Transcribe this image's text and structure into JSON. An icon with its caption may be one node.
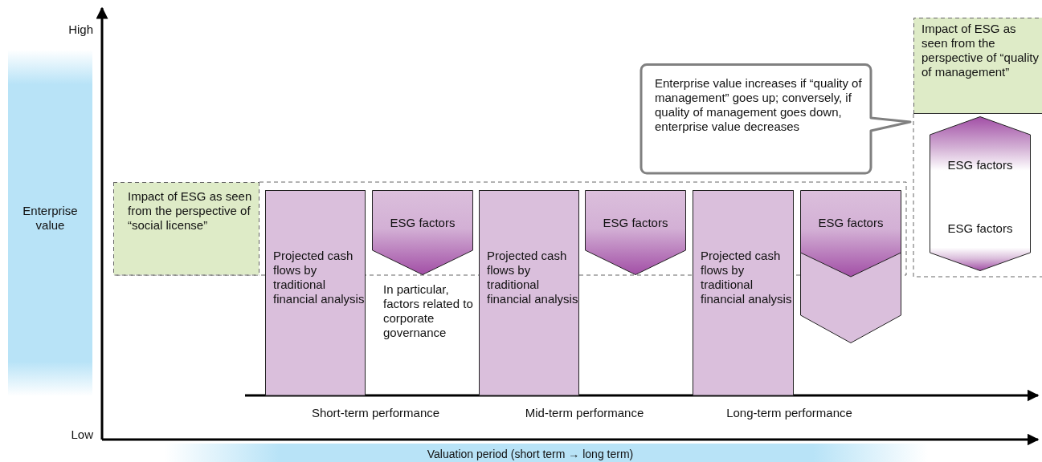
{
  "diagram": {
    "nodes": [
      {
        "text": [
          "Impact of ESG as seen from the perspective of “social license”"
        ]
      },
      {
        "text": [
          "Projected cash flows by traditional financial analysis"
        ]
      },
      {
        "text": [
          "ESG factors"
        ]
      },
      {
        "text": [
          "Projected cash flows by traditional financial analysis"
        ]
      },
      {
        "text": [
          "ESG factors"
        ]
      },
      {
        "text": [
          "Projected cash flows by traditional financial analysis"
        ]
      },
      {
        "text": [
          "ESG factors"
        ]
      },
      {
        "text": [
          "Enterprise value increases if “quality of management” goes up; conversely, if quality of management goes down, enterprise value decreases"
        ]
      },
      {
        "text": [
          "Impact of ESG as seen from the perspective of “quality of management”"
        ]
      },
      {
        "text": [
          "ESG factors",
          "ESG factors"
        ]
      }
    ],
    "edges": [],
    "labels": [
      "High",
      "Enterprise value",
      "Low",
      "In particular, factors related to corporate governance",
      "Short-term performance",
      "Mid-term performance",
      "Long-term performance",
      "Valuation period (short term → long term)"
    ]
  }
}
